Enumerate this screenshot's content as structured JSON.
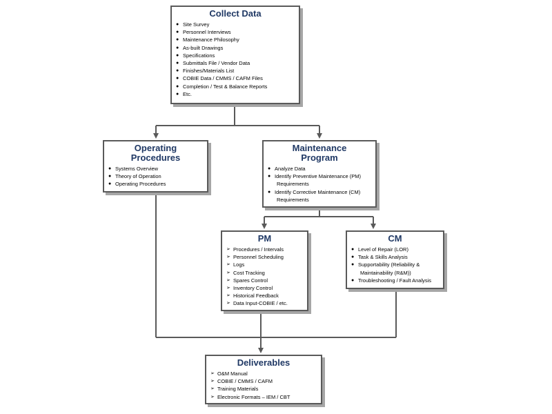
{
  "colors": {
    "title": "#1f3864",
    "border": "#595959",
    "shadow": "#a6a6a6",
    "connector": "#595959"
  },
  "bullets": {
    "round": "●",
    "arrow": "➢"
  },
  "boxes": {
    "collect": {
      "title": "Collect Data",
      "items": [
        "Site Survey",
        "Personnel Interviews",
        "Maintenance Philosophy",
        "As-built Drawings",
        "Specifications",
        "Submittals File / Vendor Data",
        "Finishes/Materials List",
        "COBIE Data / CMMS / CAFM Files",
        "Completion / Test & Balance Reports",
        "Etc."
      ]
    },
    "operating": {
      "title_line1": "Operating",
      "title_line2": "Procedures",
      "items": [
        "Systems Overview",
        "Theory of Operation",
        "Operating Procedures"
      ]
    },
    "maintenance": {
      "title_line1": "Maintenance",
      "title_line2": "Program",
      "items": [
        {
          "line1": "Analyze Data",
          "line2": ""
        },
        {
          "line1": "Identify Preventive Maintenance (PM)",
          "line2": "Requirements"
        },
        {
          "line1": "Identify Corrective Maintenance (CM)",
          "line2": "Requirements"
        }
      ]
    },
    "pm": {
      "title": "PM",
      "items": [
        "Procedures / Intervals",
        "Personnel Scheduling",
        "Logs",
        "Cost Tracking",
        "Spares Control",
        "Inventory Control",
        "Historical Feedback",
        "Data Input-COBIE / etc."
      ]
    },
    "cm": {
      "title": "CM",
      "items": [
        {
          "line1": "Level of Repair (LOR)",
          "line2": ""
        },
        {
          "line1": "Task & Skills Analysis",
          "line2": ""
        },
        {
          "line1": "Supportability (Reliability &",
          "line2": "Maintainability (R&M))"
        },
        {
          "line1": "Troubleshooting / Fault Analysis",
          "line2": ""
        }
      ]
    },
    "deliverables": {
      "title": "Deliverables",
      "items": [
        "O&M Manual",
        "COBIE / CMMS / CAFM",
        "Training Materials",
        "Electronic Formats – IEM / CBT"
      ]
    }
  }
}
